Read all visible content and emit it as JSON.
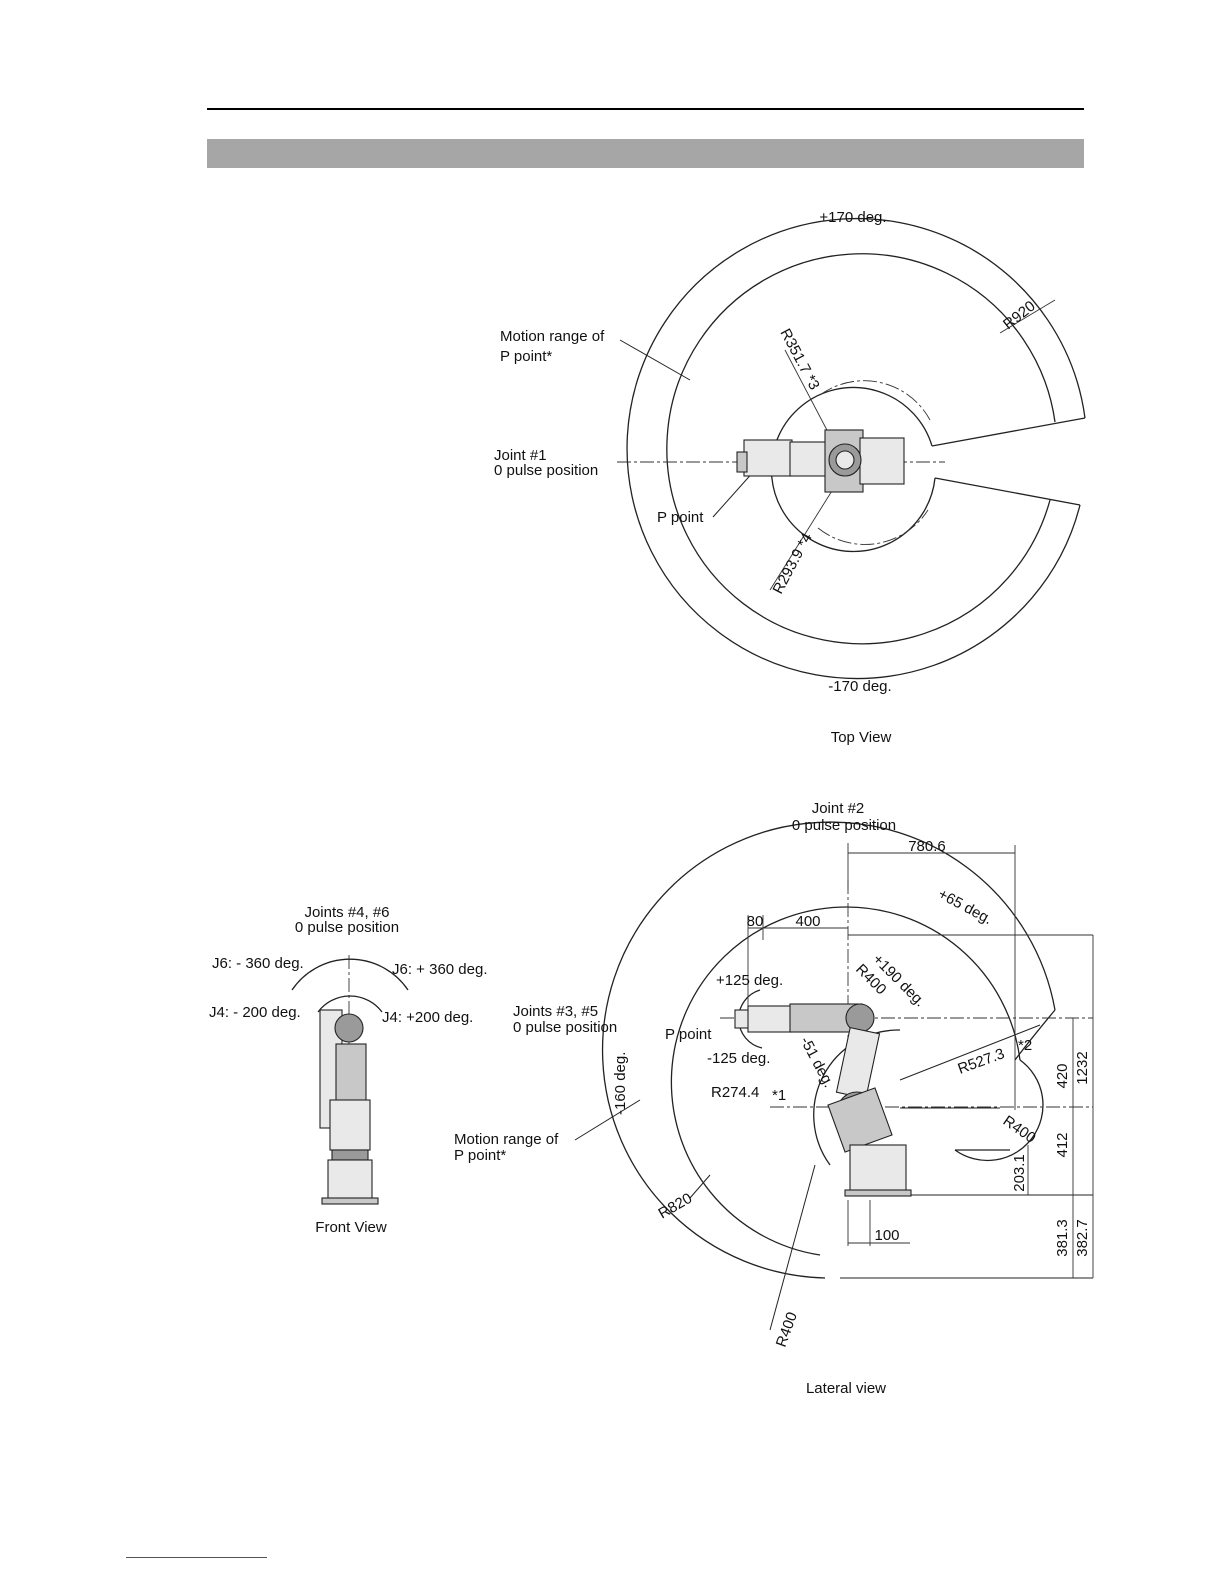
{
  "top_view": {
    "caption": "Top View",
    "angle_plus": "+170 deg.",
    "angle_minus": "-170 deg.",
    "r_outer": "R920",
    "r_inner_3": "R351.7 *3",
    "r_inner_4": "R293.9 *4",
    "motion_range_line1": "Motion range of",
    "motion_range_line2": "P point*",
    "joint1_line1": "Joint #1",
    "joint1_line2": "0 pulse position",
    "p_point": "P point"
  },
  "front_view": {
    "caption": "Front View",
    "joints_line1": "Joints #4, #6",
    "joints_line2": "0 pulse position",
    "j6_minus": "J6: - 360 deg.",
    "j6_plus": "J6: + 360 deg.",
    "j4_minus": "J4: - 200 deg.",
    "j4_plus": "J4: +200 deg."
  },
  "lateral_view": {
    "caption": "Lateral view",
    "joint2_line1": "Joint #2",
    "joint2_line2": "0 pulse position",
    "joints35_line1": "Joints #3, #5",
    "joints35_line2": "0 pulse position",
    "p_point": "P point",
    "motion_range_line1": "Motion range of",
    "motion_range_line2": "P point*",
    "angle_plus65": "+65 deg.",
    "angle_plus190": "+190 deg.",
    "angle_plus125": "+125 deg.",
    "angle_minus125": "-125 deg.",
    "angle_minus51": "-51 deg.",
    "angle_minus160": "-160 deg.",
    "r400_top": "R400",
    "r400_right": "R400",
    "r400_bottom": "R400",
    "r527": "R527.3",
    "r527_note": "*2",
    "r274": "R274.4",
    "r274_note": "*1",
    "r820": "R820",
    "dim_780": "780.6",
    "dim_80": "80",
    "dim_400": "400",
    "dim_420": "420",
    "dim_1232": "1232",
    "dim_412": "412",
    "dim_203": "203.1",
    "dim_100": "100",
    "dim_381": "381.3",
    "dim_382": "382.7"
  }
}
